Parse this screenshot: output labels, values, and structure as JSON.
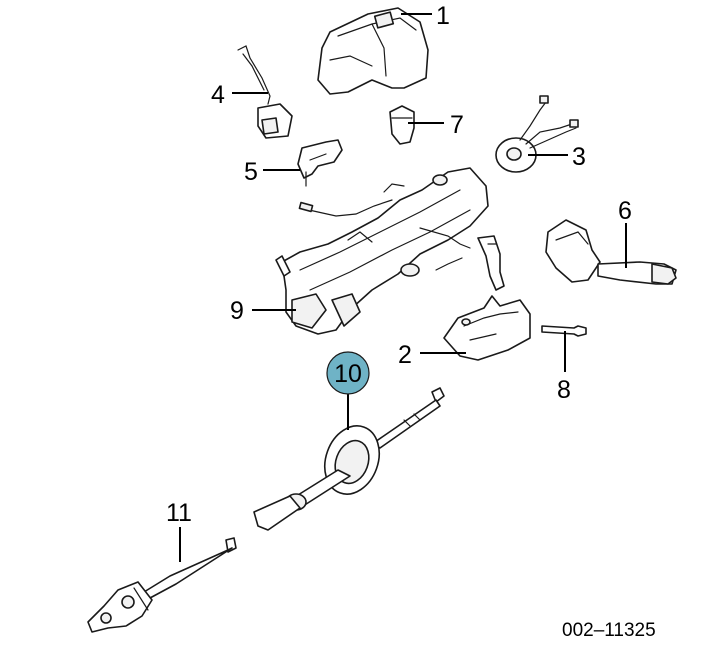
{
  "callouts": {
    "c1": "1",
    "c2": "2",
    "c3": "3",
    "c4": "4",
    "c5": "5",
    "c6": "6",
    "c7": "7",
    "c8": "8",
    "c9": "9",
    "c10": "10",
    "c11": "11"
  },
  "highlight_color": "#6fb3c6",
  "reference_code": "002–11325"
}
